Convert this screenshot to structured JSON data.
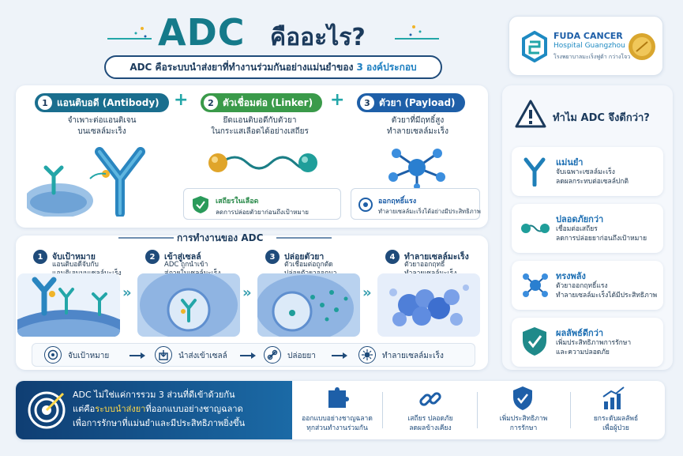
{
  "header": {
    "title_en": "ADC",
    "title_th": "คืออะไร?",
    "subtitle_main": "ADC คือระบบนำส่งยาที่ทำงานร่วมกันอย่างแม่นยำของ",
    "subtitle_highlight": "3 องค์ประกอบ"
  },
  "logo": {
    "name_line1": "FUDA CANCER",
    "name_line2": "Hospital Guangzhou",
    "name_th": "โรงพยาบาลมะเร็งฟูต้า กว่างโจว"
  },
  "components": [
    {
      "num": "1",
      "label": "แอนติบอดี (Antibody)",
      "desc1": "จำเพาะต่อแอนติเจน",
      "desc2": "บนเซลล์มะเร็ง"
    },
    {
      "num": "2",
      "label": "ตัวเชื่อมต่อ (Linker)",
      "desc1": "ยึดแอนติบอดีกับตัวยา",
      "desc2": "ในกระแสเลือดได้อย่างเสถียร"
    },
    {
      "num": "3",
      "label": "ตัวยา (Payload)",
      "desc1": "ตัวยาที่มีฤทธิ์สูง",
      "desc2": "ทำลายเซลล์มะเร็ง"
    }
  ],
  "features": [
    {
      "title": "เสถียรในเลือด",
      "desc": "ลดการปล่อยตัวยาก่อนถึงเป้าหมาย"
    },
    {
      "title": "ออกฤทธิ์แรง",
      "desc": "ทำลายเซลล์มะเร็งได้อย่างมีประสิทธิภาพ"
    }
  ],
  "mechanism": {
    "title": "การทำงานของ ADC",
    "steps": [
      {
        "num": "1",
        "title": "จับเป้าหมาย",
        "desc1": "แอนติบอดีจับกับ",
        "desc2": "แอนติเจนบนเซลล์มะเร็ง"
      },
      {
        "num": "2",
        "title": "เข้าสู่เซลล์",
        "desc1": "ADC ถูกนำเข้า",
        "desc2": "สู่ภายในเซลล์มะเร็ง"
      },
      {
        "num": "3",
        "title": "ปล่อยตัวยา",
        "desc1": "ตัวเชื่อมต่อถูกตัด",
        "desc2": "ปล่อยตัวยาออกมา"
      },
      {
        "num": "4",
        "title": "ทำลายเซลล์มะเร็ง",
        "desc1": "ตัวยาออกฤทธิ์",
        "desc2": "ทำลายเซลล์มะเร็ง"
      }
    ],
    "flow": [
      "จับเป้าหมาย",
      "นำส่งเข้าเซลล์",
      "ปล่อยยา",
      "ทำลายเซลล์มะเร็ง"
    ]
  },
  "why": {
    "title": "ทำไม ADC จึงดีกว่า?",
    "items": [
      {
        "title": "แม่นยำ",
        "desc1": "จับเฉพาะเซลล์มะเร็ง",
        "desc2": "ลดผลกระทบต่อเซลล์ปกติ"
      },
      {
        "title": "ปลอดภัยกว่า",
        "desc1": "เชื่อมต่อเสถียร",
        "desc2": "ลดการปล่อยยาก่อนถึงเป้าหมาย"
      },
      {
        "title": "ทรงพลัง",
        "desc1": "ตัวยาออกฤทธิ์แรง",
        "desc2": "ทำลายเซลล์มะเร็งได้มีประสิทธิภาพ"
      },
      {
        "title": "ผลลัพธ์ดีกว่า",
        "desc1": "เพิ่มประสิทธิภาพการรักษา",
        "desc2": "และความปลอดภัย"
      }
    ]
  },
  "bottom": {
    "line1": "ADC ไม่ใช่แค่การรวม 3 ส่วนที่ดีเข้าด้วยกัน",
    "line2_pre": "แต่คือ",
    "line2_highlight": "ระบบนำส่งยา",
    "line2_post": "ที่ออกแบบอย่างชาญฉลาด",
    "line3": "เพื่อการรักษาที่แม่นยำและมีประสิทธิภาพยิ่งขึ้น",
    "items": [
      {
        "l1": "ออกแบบอย่างชาญฉลาด",
        "l2": "ทุกส่วนทำงานร่วมกัน"
      },
      {
        "l1": "เสถียร ปลอดภัย",
        "l2": "ลดผลข้างเคียง"
      },
      {
        "l1": "เพิ่มประสิทธิภาพ",
        "l2": "การรักษา"
      },
      {
        "l1": "ยกระดับผลลัพธ์",
        "l2": "เพื่อผู้ป่วย"
      }
    ]
  },
  "colors": {
    "teal": "#23a6a8",
    "navy": "#1f4b7a",
    "green": "#3a9a4a",
    "blue": "#1e5fa8"
  }
}
